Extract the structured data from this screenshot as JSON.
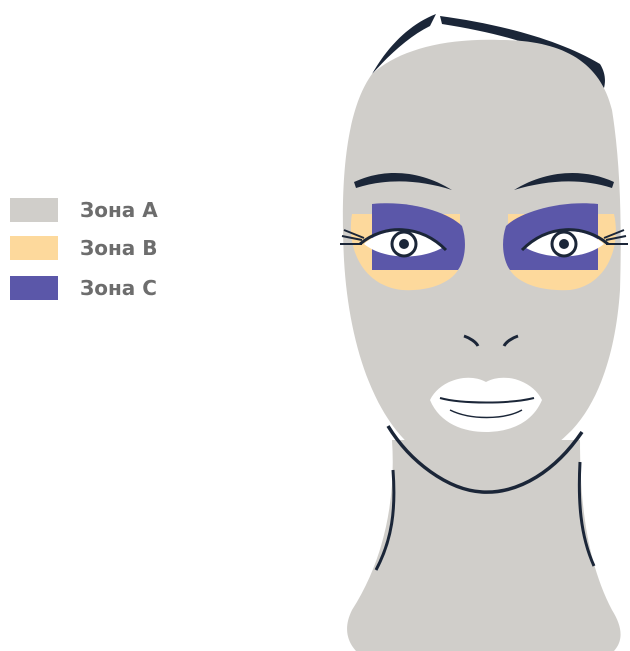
{
  "legend": {
    "items": [
      {
        "label": "Зона A",
        "color": "#d0ceca"
      },
      {
        "label": "Зона B",
        "color": "#fdd99c"
      },
      {
        "label": "Зона C",
        "color": "#5b57a9"
      }
    ]
  },
  "colors": {
    "skin": "#d0ceca",
    "zone_b": "#fdd99c",
    "zone_c": "#5b57a9",
    "outline": "#1b2638",
    "lips": "#ffffff"
  }
}
